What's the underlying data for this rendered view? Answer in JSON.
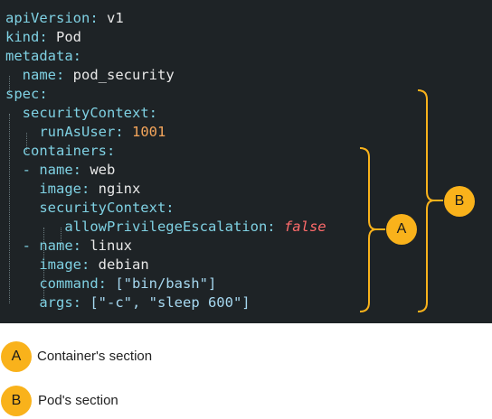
{
  "code": {
    "l0_key": "apiVersion:",
    "l0_val": " v1",
    "l1_key": "kind:",
    "l1_val": " Pod",
    "l2_key": "metadata:",
    "l3_key": "name:",
    "l3_val": " pod_security",
    "l4_key": "spec:",
    "l5_key": "securityContext:",
    "l6_key": "runAsUser:",
    "l6_val": "1001",
    "l7_key": "containers:",
    "l8_dash": "- ",
    "l8_key": "name:",
    "l8_val": " web",
    "l9_key": "image:",
    "l9_val": " nginx",
    "l10_key": "securityContext:",
    "l11_key": "allowPrivilegeEscalation:",
    "l11_val": "false",
    "l12_dash": "- ",
    "l12_key": "name:",
    "l12_val": " linux",
    "l13_key": "image:",
    "l13_val": " debian",
    "l14_key": "command:",
    "l14_val": " [\"bin/bash\"]",
    "l15_key": "args:",
    "l15_val": " [\"-c\", \"sleep 600\"]"
  },
  "badges": {
    "a": "A",
    "b": "B"
  },
  "legend": [
    {
      "badge": "A",
      "text": "Container's section"
    },
    {
      "badge": "B",
      "text": "Pod's section"
    }
  ],
  "colors": {
    "accent": "#f9b21b",
    "code_bg": "#1e2326",
    "key": "#7fd1e3",
    "number": "#f5a65b",
    "boolean": "#ff6b6b"
  }
}
